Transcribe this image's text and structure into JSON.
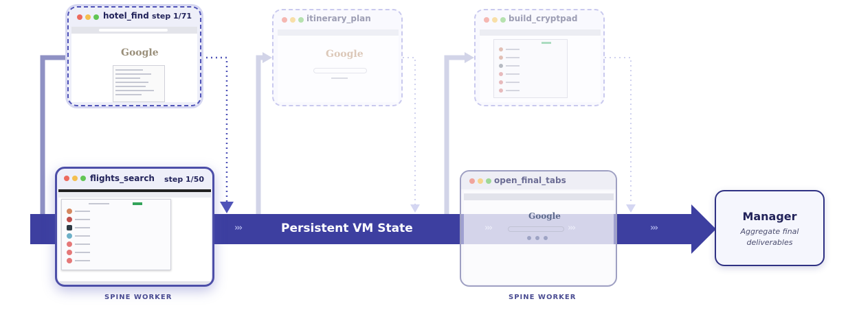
{
  "spine": {
    "label": "Persistent VM State",
    "chevron": "›››",
    "color": "#3d3fa0"
  },
  "workers": {
    "hotel_find": {
      "title": "hotel_find",
      "step": "step 1/71"
    },
    "itinerary_plan": {
      "title": "itinerary_plan"
    },
    "build_cryptpad": {
      "title": "build_cryptpad"
    },
    "flights_search": {
      "title": "flights_search",
      "step": "step 1/50",
      "caption": "SPINE WORKER"
    },
    "open_final_tabs": {
      "title": "open_final_tabs",
      "caption": "SPINE WORKER"
    }
  },
  "manager": {
    "title": "Manager",
    "subtitle_line1": "Aggregate final",
    "subtitle_line2": "deliverables"
  },
  "screens": {
    "google_logo": "Google"
  },
  "colors": {
    "dot_red": "#ec6a5e",
    "dot_yellow": "#f4bf4f",
    "dot_green": "#61c554",
    "accent": "#3d3fa0",
    "dashed_active": "#5054b8",
    "dashed_faded": "#c9c9ee"
  }
}
